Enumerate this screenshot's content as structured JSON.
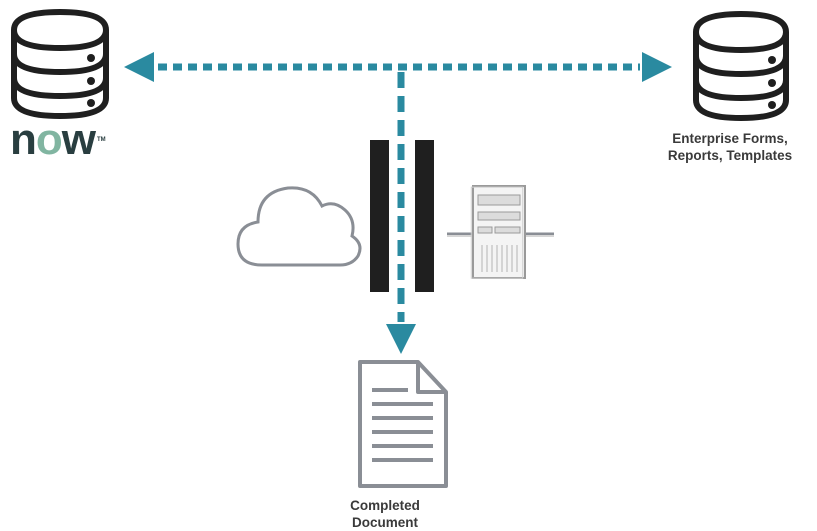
{
  "colors": {
    "accent": "#2a8aa0",
    "dark": "#1f1f1f",
    "gray": "#8a8e95",
    "logo_text": "#293e40",
    "logo_o": "#81b5a1",
    "caption": "#3a3a3a"
  },
  "icons": {
    "left_database": "database-icon",
    "right_database": "database-icon",
    "cloud": "cloud-icon",
    "firewall": "firewall-icon",
    "server": "server-icon",
    "document": "document-icon"
  },
  "logo": {
    "text": "now",
    "tm": "TM"
  },
  "right_database_label": {
    "line1": "Enterprise Forms,",
    "line2": "Reports, Templates"
  },
  "document_label": {
    "line1": "Completed",
    "line2": "Document"
  }
}
